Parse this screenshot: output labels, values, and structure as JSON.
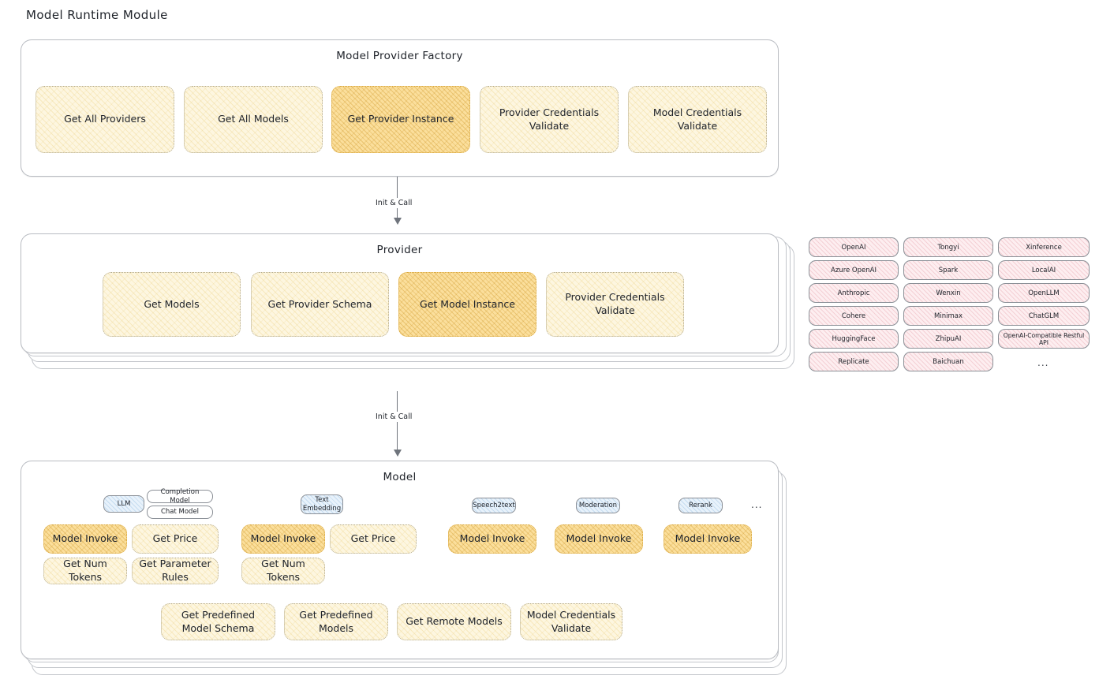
{
  "page": {
    "title": "Model Runtime Module"
  },
  "colors": {
    "op_fill": "#fdf6e0",
    "op_highlight_fill": "#fbdf9c",
    "provider_chip_fill": "#fdeef0",
    "model_badge_fill": "#e8f2fb",
    "panel_border": "#b9bcc2",
    "text": "#20242b"
  },
  "factory": {
    "title": "Model Provider Factory",
    "operations": [
      {
        "label": "Get All Providers",
        "highlighted": false
      },
      {
        "label": "Get All Models",
        "highlighted": false
      },
      {
        "label": "Get Provider Instance",
        "highlighted": true
      },
      {
        "label": "Provider Credentials Validate",
        "highlighted": false
      },
      {
        "label": "Model Credentials Validate",
        "highlighted": false
      }
    ]
  },
  "arrows": [
    {
      "label": "Init & Call"
    },
    {
      "label": "Init & Call"
    }
  ],
  "provider": {
    "title": "Provider",
    "operations": [
      {
        "label": "Get Models",
        "highlighted": false
      },
      {
        "label": "Get Provider Schema",
        "highlighted": false
      },
      {
        "label": "Get Model Instance",
        "highlighted": true
      },
      {
        "label": "Provider Credentials Validate",
        "highlighted": false
      }
    ]
  },
  "provider_list": {
    "columns": [
      [
        "OpenAI",
        "Azure OpenAI",
        "Anthropic",
        "Cohere",
        "HuggingFace",
        "Replicate"
      ],
      [
        "Tongyi",
        "Spark",
        "Wenxin",
        "Minimax",
        "ZhipuAI",
        "Baichuan"
      ],
      [
        "Xinference",
        "LocalAI",
        "OpenLLM",
        "ChatGLM",
        "OpenAI-Compatible Restful API"
      ]
    ],
    "more": "..."
  },
  "model": {
    "title": "Model",
    "more": "...",
    "types": [
      {
        "name": "LLM",
        "sub_badges": [
          "Completion Model",
          "Chat Model"
        ],
        "operations": [
          {
            "label": "Model Invoke",
            "highlighted": true
          },
          {
            "label": "Get Price",
            "highlighted": false
          },
          {
            "label": "Get Num Tokens",
            "highlighted": false
          },
          {
            "label": "Get Parameter Rules",
            "highlighted": false
          }
        ]
      },
      {
        "name": "Text Embedding",
        "sub_badges": [],
        "operations": [
          {
            "label": "Model Invoke",
            "highlighted": true
          },
          {
            "label": "Get Price",
            "highlighted": false
          },
          {
            "label": "Get Num Tokens",
            "highlighted": false
          }
        ]
      },
      {
        "name": "Speech2text",
        "sub_badges": [],
        "operations": [
          {
            "label": "Model Invoke",
            "highlighted": true
          }
        ]
      },
      {
        "name": "Moderation",
        "sub_badges": [],
        "operations": [
          {
            "label": "Model Invoke",
            "highlighted": true
          }
        ]
      },
      {
        "name": "Rerank",
        "sub_badges": [],
        "operations": [
          {
            "label": "Model Invoke",
            "highlighted": true
          }
        ]
      }
    ],
    "shared_operations": [
      {
        "label": "Get Predefined Model Schema"
      },
      {
        "label": "Get Predefined Models"
      },
      {
        "label": "Get Remote Models"
      },
      {
        "label": "Model Credentials Validate"
      }
    ]
  }
}
